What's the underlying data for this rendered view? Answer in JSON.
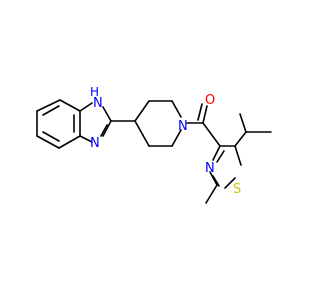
{
  "colors": {
    "bond": "#000000",
    "nitrogen": "#0000ff",
    "oxygen": "#ff0000",
    "sulfur": "#cccc00",
    "background": "#ffffff"
  },
  "atoms": {
    "nh_n": "N",
    "nh_h": "H",
    "benzimidazole_n": "N",
    "piperidine_n": "N",
    "carbonyl_o": "O",
    "thiazole_n": "N",
    "thiazole_s": "S"
  }
}
